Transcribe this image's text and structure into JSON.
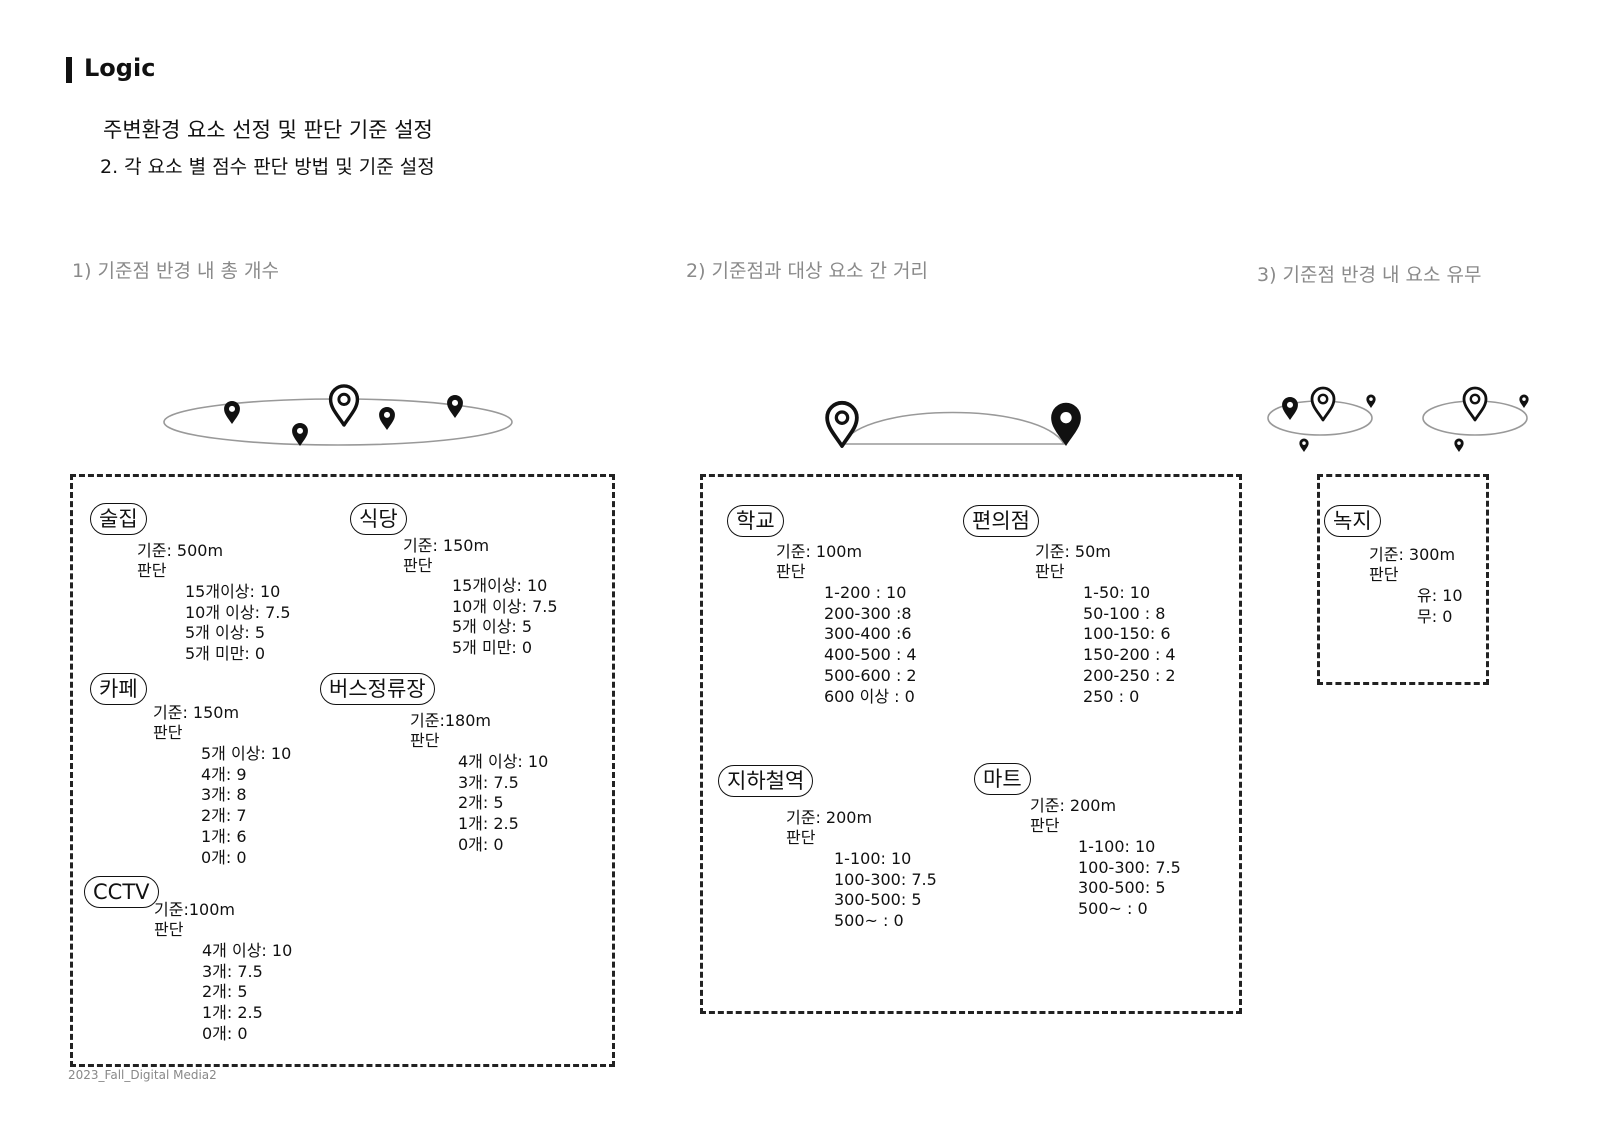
{
  "header": {
    "title": "Logic",
    "subtitle1": "주변환경 요소 선정 및 판단 기준 설정",
    "subtitle2": "2. 각 요소 별 점수 판단 방법 및 기준 설정"
  },
  "sections": [
    {
      "label": "1) 기준점 반경 내 총 개수"
    },
    {
      "label": "2) 기준점과 대상 요소 간 거리"
    },
    {
      "label": "3) 기준점 반경 내 요소 유무"
    }
  ],
  "judge_label": "판단",
  "elements": [
    {
      "name": "술집",
      "criteria": "기준: 500m",
      "rules": [
        "15개이상: 10",
        "10개 이상: 7.5",
        "5개 이상: 5",
        "5개 미만: 0"
      ]
    },
    {
      "name": "식당",
      "criteria": "기준: 150m",
      "rules": [
        "15개이상: 10",
        "10개 이상: 7.5",
        "5개 이상: 5",
        "5개 미만: 0"
      ]
    },
    {
      "name": "카페",
      "criteria": "기준: 150m",
      "rules": [
        "5개 이상: 10",
        "4개: 9",
        "3개: 8",
        "2개: 7",
        "1개: 6",
        "0개: 0"
      ]
    },
    {
      "name": "버스정류장",
      "criteria": "기준:180m",
      "rules": [
        "4개 이상: 10",
        "3개: 7.5",
        "2개: 5",
        "1개: 2.5",
        "0개: 0"
      ]
    },
    {
      "name": "CCTV",
      "criteria": "기준:100m",
      "rules": [
        "4개 이상: 10",
        "3개: 7.5",
        "2개: 5",
        "1개: 2.5",
        "0개: 0"
      ]
    },
    {
      "name": "학교",
      "criteria": "기준: 100m",
      "rules": [
        "1-200 : 10",
        "200-300 :8",
        "300-400 :6",
        "400-500 : 4",
        "500-600 : 2",
        "600 이상 : 0"
      ]
    },
    {
      "name": "편의점",
      "criteria": "기준: 50m",
      "rules": [
        "1-50: 10",
        "50-100 : 8",
        "100-150: 6",
        "150-200 : 4",
        "200-250 : 2",
        "250 : 0"
      ]
    },
    {
      "name": "지하철역",
      "criteria": "기준: 200m",
      "rules": [
        "1-100: 10",
        "100-300: 7.5",
        "300-500: 5",
        "500~ : 0"
      ]
    },
    {
      "name": "마트",
      "criteria": "기준: 200m",
      "rules": [
        "1-100: 10",
        "100-300: 7.5",
        "300-500: 5",
        "500~ : 0"
      ]
    },
    {
      "name": "녹지",
      "criteria": "기준: 300m",
      "rules": [
        "유: 10",
        "무: 0"
      ]
    }
  ],
  "footer": "2023_Fall_Digital Media2"
}
